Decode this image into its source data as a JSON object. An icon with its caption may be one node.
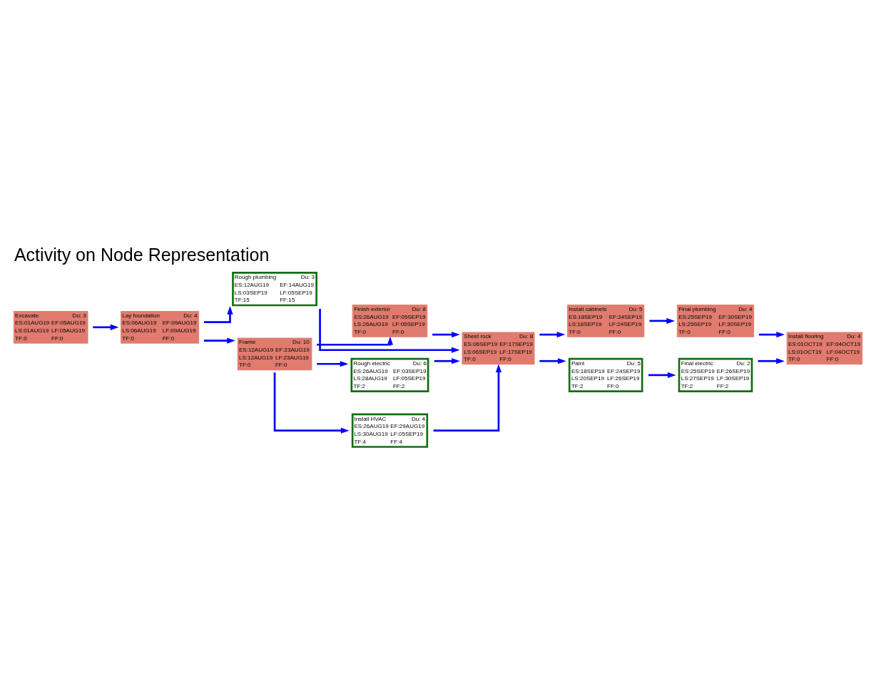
{
  "diagram": {
    "title": "Activity on Node Representation",
    "nodes": [
      {
        "text": [
          "Excavate",
          "Du: 3",
          "ES:01AUG19",
          "EF:05AUG19",
          "LS:01AUG19",
          "LF:05AUG19",
          "TF:0",
          "FF:0"
        ]
      },
      {
        "text": [
          "Lay foundation",
          "Du: 4",
          "ES:06AUG19",
          "EF:09AUG19",
          "LS:06AUG19",
          "LF:09AUG19",
          "TF:0",
          "FF:0"
        ]
      },
      {
        "text": [
          "Rough plumbing",
          "Du: 3",
          "ES:12AUG19",
          "EF:14AUG19",
          "LS:03SEP19",
          "LF:05SEP19",
          "TF:15",
          "FF:15"
        ]
      },
      {
        "text": [
          "Frame",
          "Du: 10",
          "ES:12AUG19",
          "EF:23AUG19",
          "LS:12AUG19",
          "LF:23AUG19",
          "TF:0",
          "FF:0"
        ]
      },
      {
        "text": [
          "Finish exterior",
          "Du: 8",
          "ES:26AUG19",
          "EF:05SEP19",
          "LS:26AUG19",
          "LF:05SEP19",
          "TF:0",
          "FF:0"
        ]
      },
      {
        "text": [
          "Rough electric",
          "Du: 6",
          "ES:26AUG19",
          "EF:03SEP19",
          "LS:28AUG19",
          "LF:05SEP19",
          "TF:2",
          "FF:2"
        ]
      },
      {
        "text": [
          "Install HVAC",
          "Du: 4",
          "ES:26AUG19",
          "EF:29AUG19",
          "LS:30AUG19",
          "LF:05SEP19",
          "TF:4",
          "FF:4"
        ]
      },
      {
        "text": [
          "Sheet rock",
          "Du: 8",
          "ES:06SEP19",
          "EF:17SEP19",
          "LS:06SEP19",
          "LF:17SEP19",
          "TF:0",
          "FF:0"
        ]
      },
      {
        "text": [
          "Install cabinets",
          "Du: 5",
          "ES:18SEP19",
          "EF:24SEP19",
          "LS:18SEP19",
          "LF:24SEP19",
          "TF:0",
          "FF:0"
        ]
      },
      {
        "text": [
          "Paint",
          "Du: 5",
          "ES:18SEP19",
          "EF:24SEP19",
          "LS:20SEP19",
          "LF:26SEP19",
          "TF:2",
          "FF:0"
        ]
      },
      {
        "text": [
          "Final plumbing",
          "Du: 4",
          "ES:25SEP19",
          "EF:30SEP19",
          "LS:25SEP19",
          "LF:30SEP19",
          "TF:0",
          "FF:0"
        ]
      },
      {
        "text": [
          "Final electric",
          "Du: 2",
          "ES:25SEP19",
          "EF:26SEP19",
          "LS:27SEP19",
          "LF:30SEP19",
          "TF:2",
          "FF:2"
        ]
      },
      {
        "text": [
          "Install flooring",
          "Du: 4",
          "ES:01OCT19",
          "EF:04OCT19",
          "LS:01OCT19",
          "LF:04OCT19",
          "TF:0",
          "FF:0"
        ]
      }
    ],
    "edges": [
      {
        "from": 0,
        "to": 1,
        "arrow": "to"
      },
      {
        "from": 1,
        "to": 2,
        "arrow": "to"
      },
      {
        "from": 1,
        "to": 3,
        "arrow": "to"
      },
      {
        "from": 3,
        "to": 4,
        "arrow": "to"
      },
      {
        "from": 3,
        "to": 5,
        "arrow": "to"
      },
      {
        "from": 3,
        "to": 6,
        "arrow": "to"
      },
      {
        "from": 2,
        "to": 7,
        "arrow": "to"
      },
      {
        "from": 4,
        "to": 7,
        "arrow": "to"
      },
      {
        "from": 5,
        "to": 7,
        "arrow": "to"
      },
      {
        "from": 6,
        "to": 7,
        "arrow": "to"
      },
      {
        "from": 7,
        "to": 8,
        "arrow": "to"
      },
      {
        "from": 7,
        "to": 9,
        "arrow": "to"
      },
      {
        "from": 8,
        "to": 10,
        "arrow": "to"
      },
      {
        "from": 9,
        "to": 11,
        "arrow": "to"
      },
      {
        "from": 10,
        "to": 12,
        "arrow": "to"
      },
      {
        "from": 11,
        "to": 12,
        "arrow": "to"
      }
    ]
  }
}
